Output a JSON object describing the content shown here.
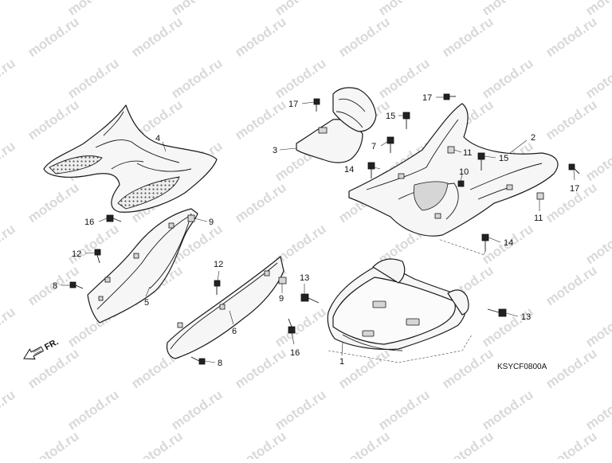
{
  "watermark": "motod.ru",
  "diagram_code": "KSYCF0800A",
  "direction_marker": "FR.",
  "callouts": {
    "p1": "1",
    "p2": "2",
    "p3": "3",
    "p4": "4",
    "p5": "5",
    "p6": "6",
    "p7": "7",
    "p8a": "8",
    "p8b": "8",
    "p9a": "9",
    "p9b": "9",
    "p10": "10",
    "p11a": "11",
    "p11b": "11",
    "p12a": "12",
    "p12b": "12",
    "p13a": "13",
    "p13b": "13",
    "p14a": "14",
    "p14b": "14",
    "p15a": "15",
    "p15b": "15",
    "p16a": "16",
    "p16b": "16",
    "p17a": "17",
    "p17b": "17",
    "p17c": "17"
  }
}
